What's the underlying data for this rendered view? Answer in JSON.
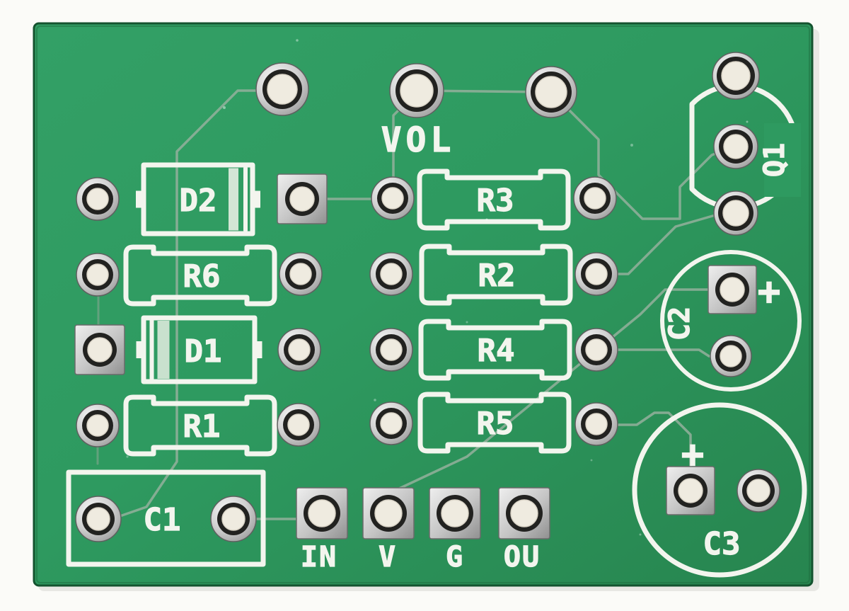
{
  "image_type": "scanned photograph of a bare printed circuit board (component-side silkscreen, no components mounted)",
  "board": {
    "solder_mask_color": "#2e9a60",
    "silkscreen_color": "#f3f5ee",
    "pad_finish": "silver (tinned through-hole pads)",
    "background_color": "#fbfbf8"
  },
  "labels": {
    "vol": "VOL",
    "d2": "D2",
    "r6": "R6",
    "d1": "D1",
    "r1": "R1",
    "c1": "C1",
    "r3": "R3",
    "r2": "R2",
    "r4": "R4",
    "r5": "R5",
    "q1": "Q1",
    "c2": "C2",
    "c3": "C3",
    "c2_polarity": "+",
    "c3_polarity": "+",
    "header_pins": [
      "IN",
      "V",
      "G",
      "OU"
    ]
  }
}
